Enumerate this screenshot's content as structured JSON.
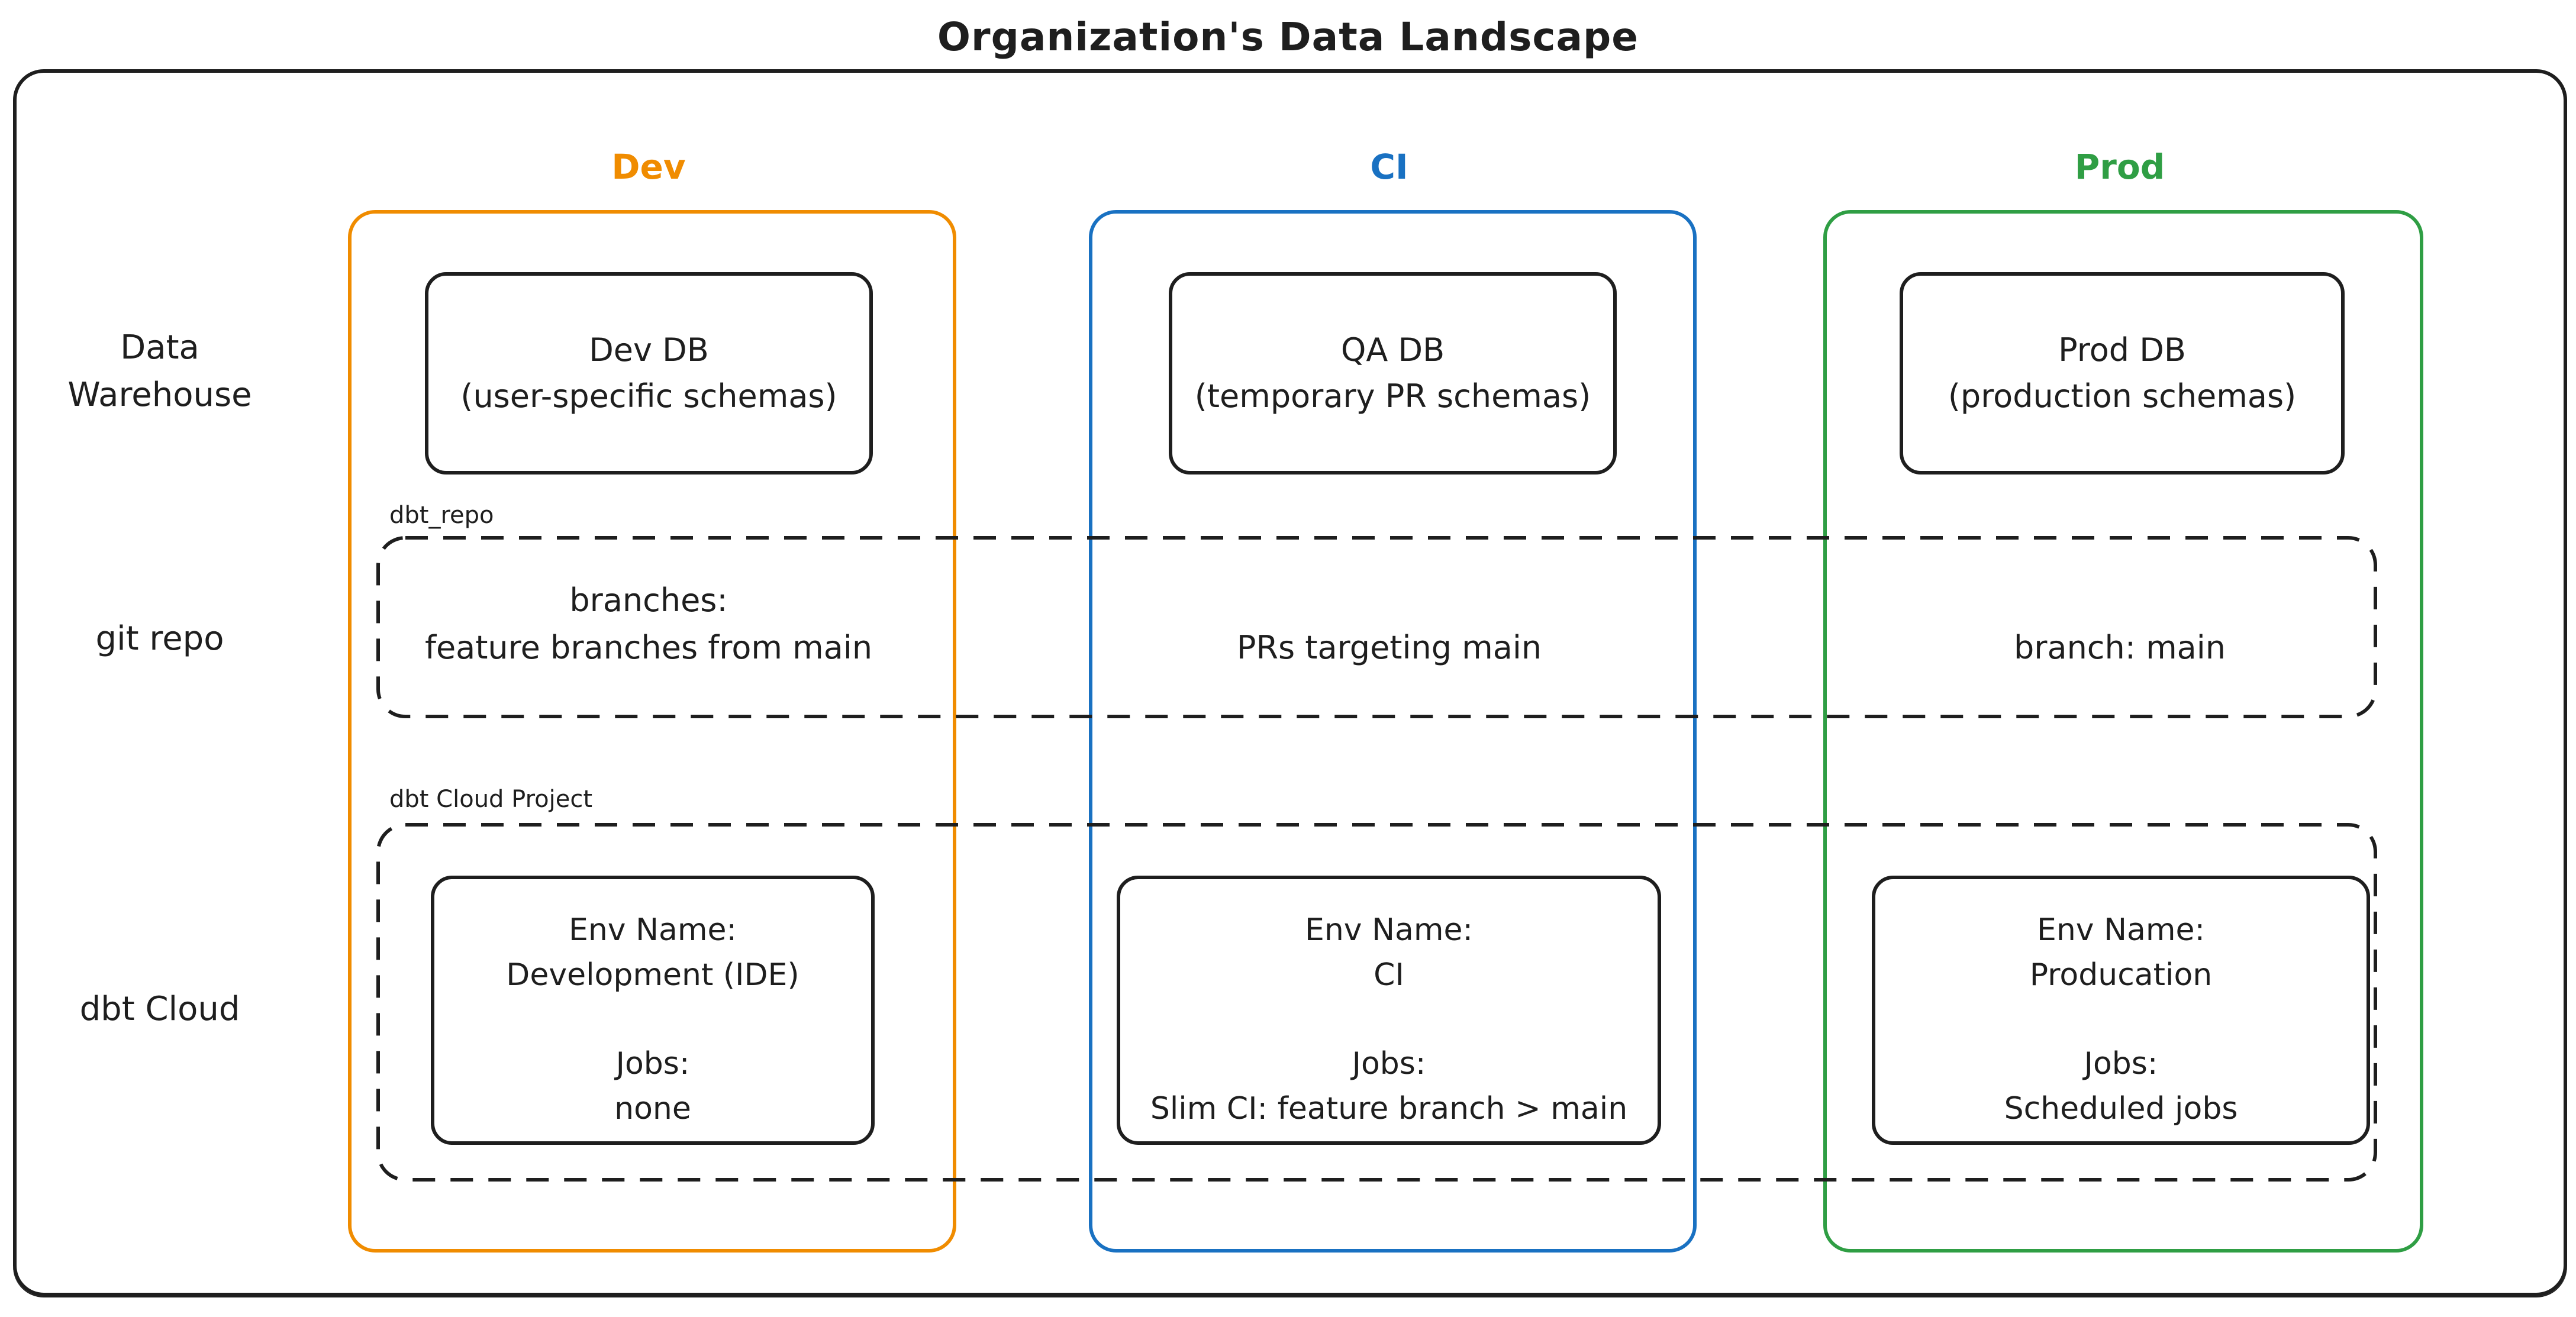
{
  "title": "Organization's Data Landscape",
  "colors": {
    "ink": "#1e1e1e",
    "dev": "#f08c00",
    "ci": "#1971c2",
    "prod": "#2f9e44"
  },
  "row_labels": {
    "warehouse_line1": "Data",
    "warehouse_line2": "Warehouse",
    "git_repo": "git repo",
    "dbt_cloud": "dbt Cloud"
  },
  "sections": {
    "repo_label": "dbt_repo",
    "cloud_label": "dbt Cloud Project"
  },
  "columns": {
    "dev": {
      "header": "Dev",
      "db_title": "Dev DB",
      "db_subtitle": "(user-specific schemas)",
      "repo_line1": "branches:",
      "repo_line2": "feature branches from main",
      "env_name_label": "Env Name:",
      "env_name": "Development (IDE)",
      "jobs_label": "Jobs:",
      "jobs": "none"
    },
    "ci": {
      "header": "CI",
      "db_title": "QA DB",
      "db_subtitle": "(temporary PR schemas)",
      "repo_line1": "PRs targeting main",
      "env_name_label": "Env Name:",
      "env_name": "CI",
      "jobs_label": "Jobs:",
      "jobs": "Slim CI: feature branch > main"
    },
    "prod": {
      "header": "Prod",
      "db_title": "Prod DB",
      "db_subtitle": "(production schemas)",
      "repo_line1": "branch: main",
      "env_name_label": "Env Name:",
      "env_name": "Producation",
      "jobs_label": "Jobs:",
      "jobs": "Scheduled jobs"
    }
  }
}
